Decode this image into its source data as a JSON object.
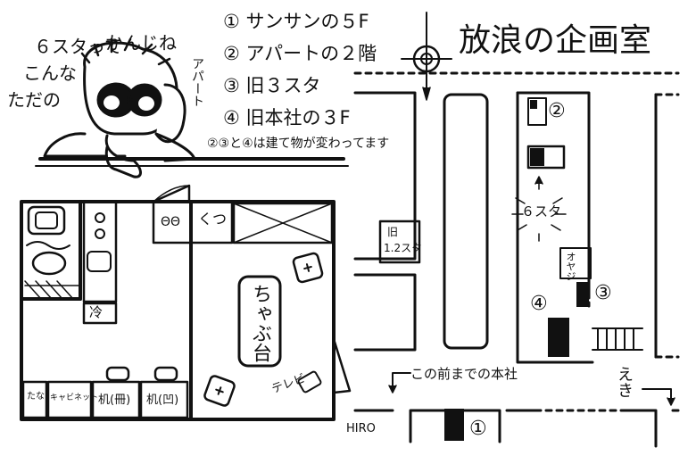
{
  "title": "放浪の企画室",
  "left_heading": {
    "line1": "６スタって",
    "line2": "こんな",
    "line3": "ただの",
    "line4": "かんじね",
    "vertical": "アパート"
  },
  "legend": [
    "① サンサンの５F",
    "② アパートの２階",
    "③ 旧３スタ",
    "④ 旧本社の３F"
  ],
  "legend_note": "②③と④は建て物が変わってます",
  "floorplan": {
    "rack": "ΘΘ",
    "shoes": "くつ",
    "fridge": "冷",
    "table_label": "ちゃぶ台",
    "tv": "テレビ",
    "shelf": "たな",
    "cabinet": "キャビネット",
    "desk_left": "机(冊)",
    "desk_right": "机(凹)"
  },
  "map": {
    "badge_1": "①",
    "badge_2": "②",
    "badge_3": "③",
    "badge_4": "④",
    "studio6": "６スタ",
    "old12": "旧１.２スタ",
    "old12_line1": "旧",
    "old12_line2": "1.2スタ",
    "oyaji": "オヤジ",
    "hq_note": "この前までの本社",
    "station": "えき",
    "hiro": "HIRO"
  }
}
